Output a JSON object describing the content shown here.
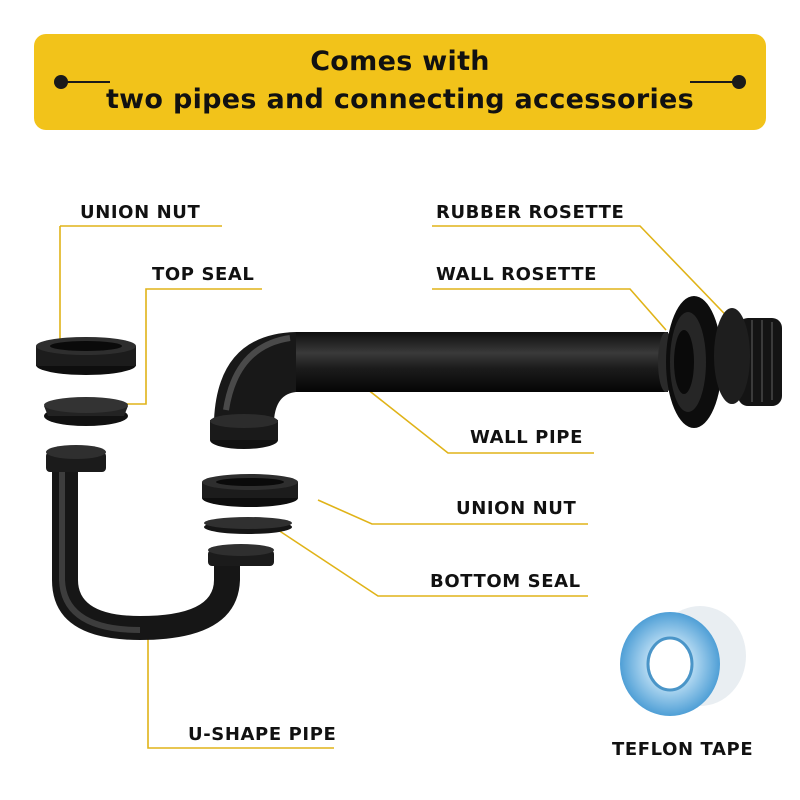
{
  "banner": {
    "line1": "Comes with",
    "line2": "two pipes and connecting accessories"
  },
  "labels": {
    "union_nut_top": "UNION NUT",
    "top_seal": "TOP SEAL",
    "rubber_rosette": "RUBBER ROSETTE",
    "wall_rosette": "WALL ROSETTE",
    "wall_pipe": "WALL PIPE",
    "union_nut_bottom": "UNION NUT",
    "bottom_seal": "BOTTOM SEAL",
    "u_shape_pipe": "U-SHAPE PIPE",
    "teflon_tape": "TEFLON TAPE"
  },
  "colors": {
    "banner": "#f2c31a",
    "leader_line": "#e0b318",
    "pipe": "#1a1a1a",
    "tape": "#5aa8dc"
  }
}
